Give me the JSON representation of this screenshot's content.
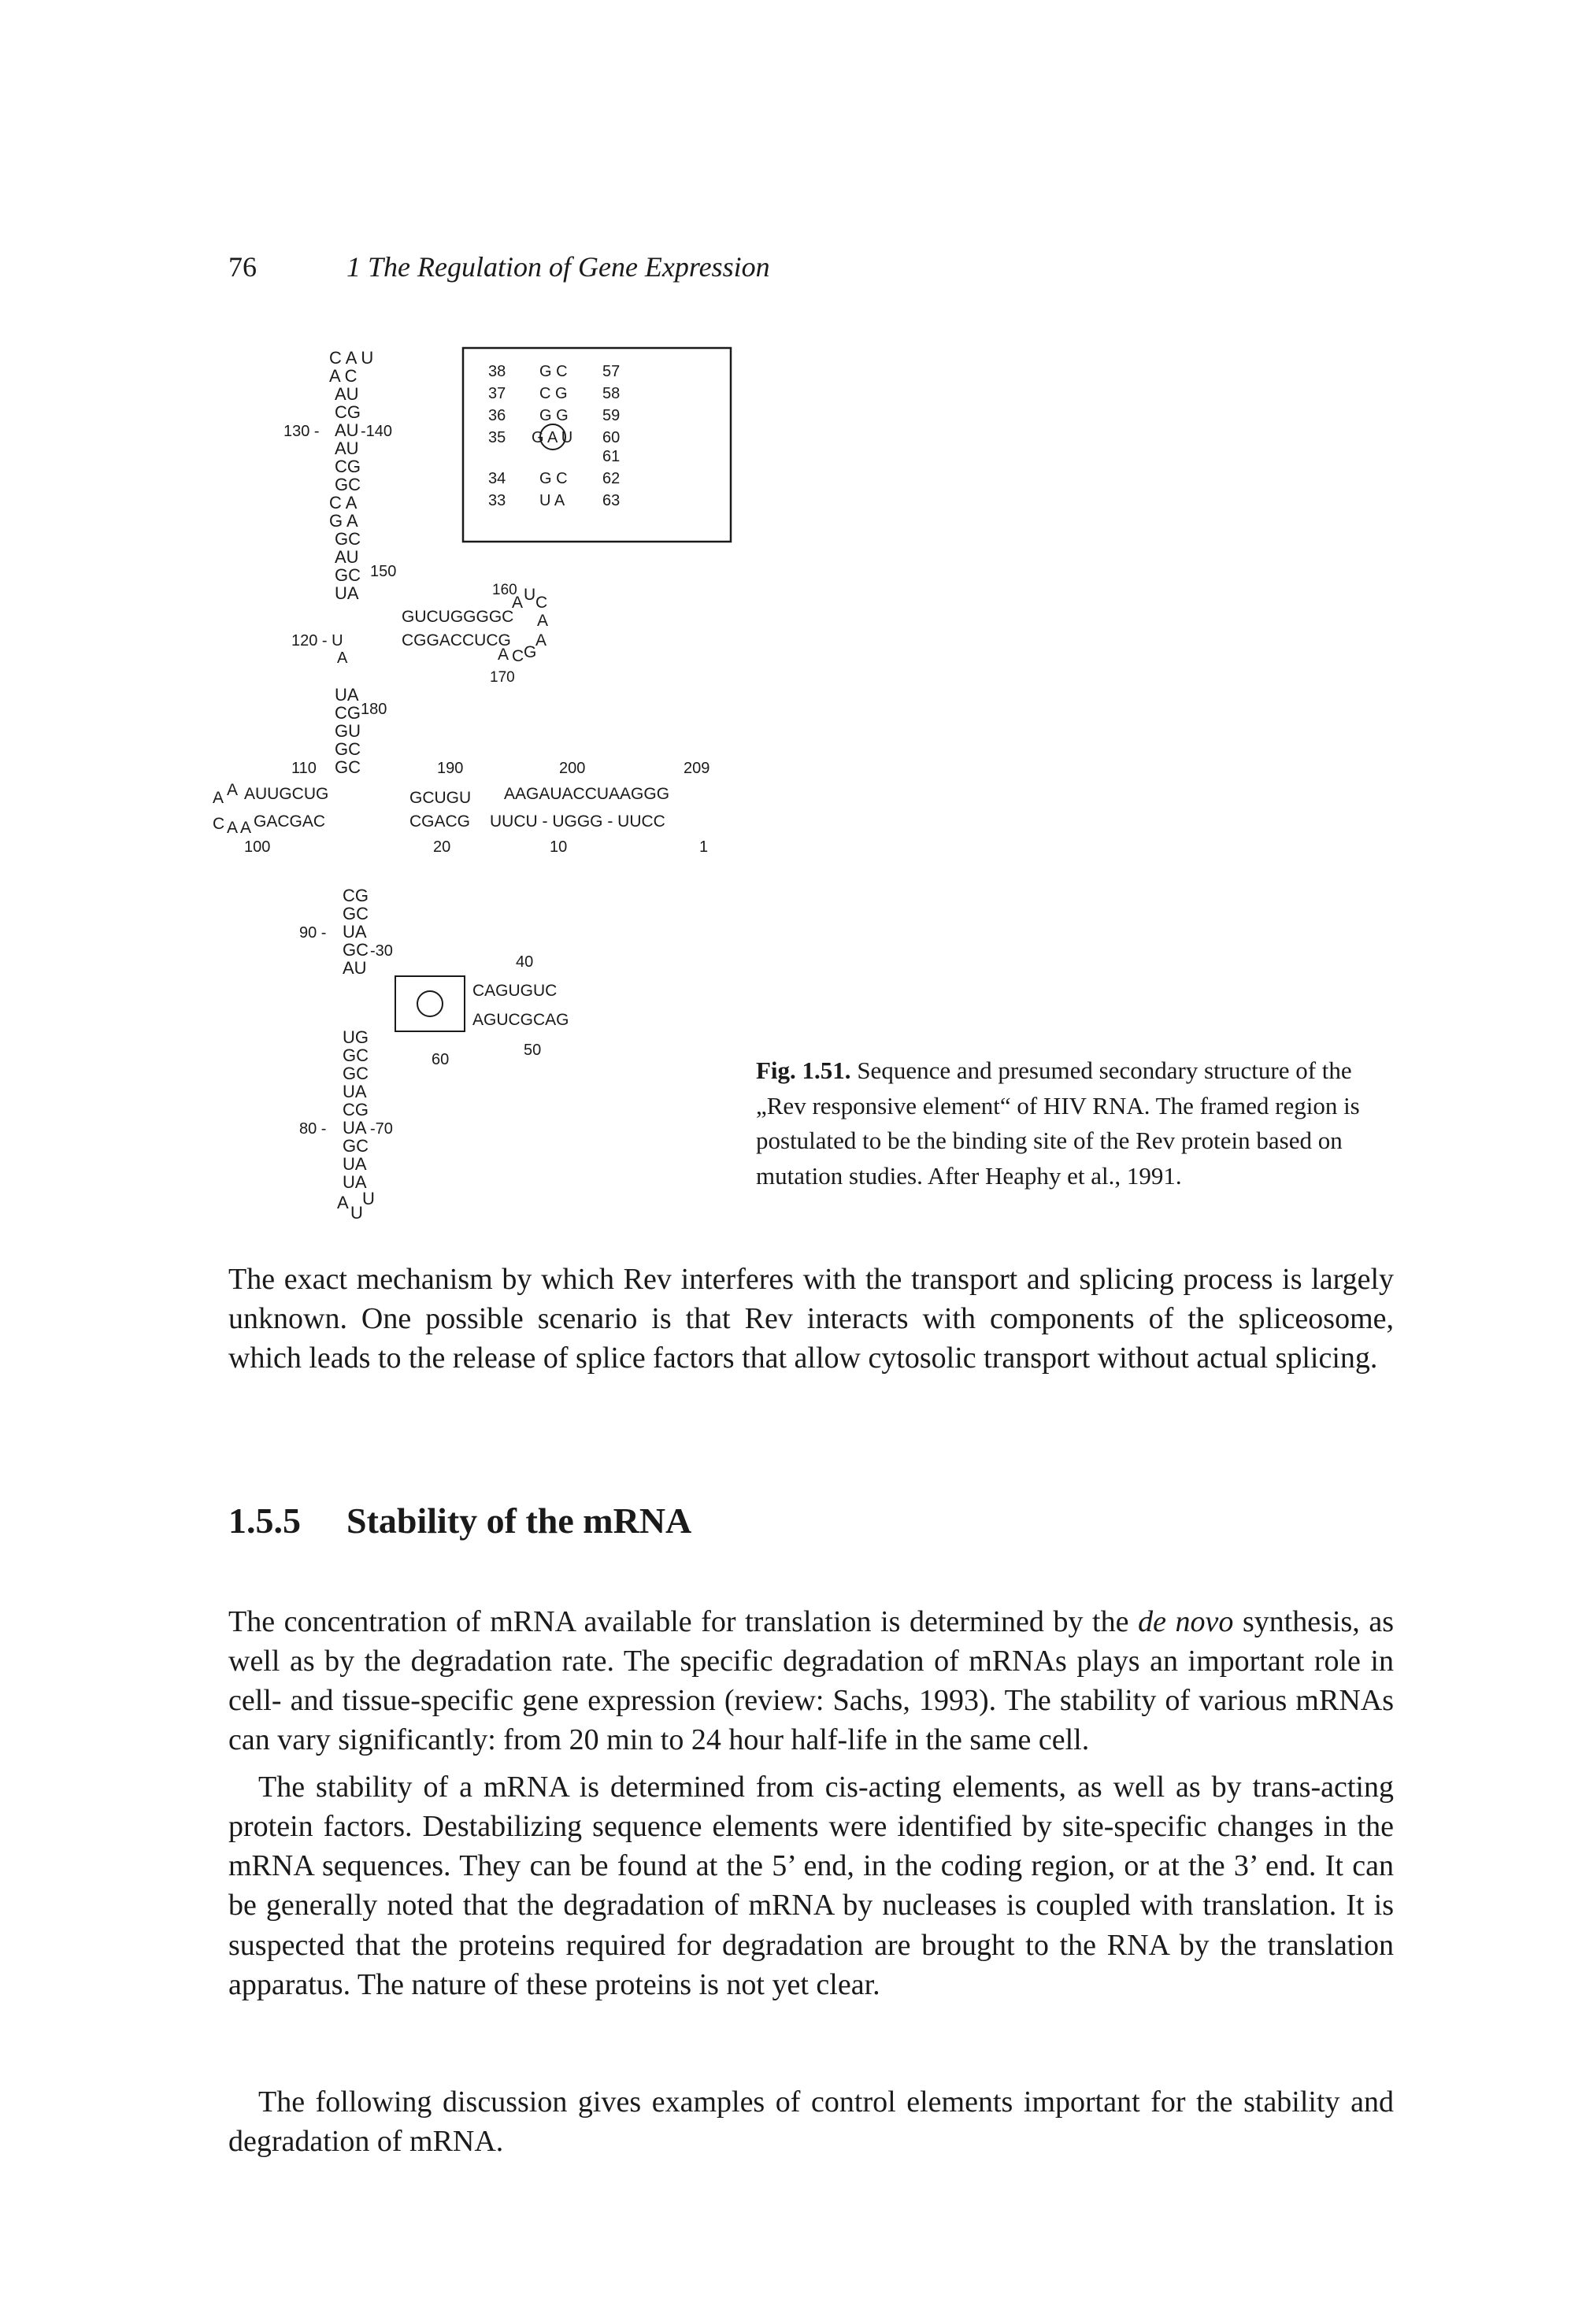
{
  "header": {
    "page_number": "76",
    "chapter_title": "1 The Regulation of Gene Expression"
  },
  "figure": {
    "label": "Fig. 1.51.",
    "caption": "Sequence and presumed secondary structure of the „Rev responsive element“ of HIV RNA. The framed region is postulated to be the binding site of the Rev protein based on mutation studies. After Heaphy et al., 1991.",
    "upper_stem": [
      "C A U",
      "A C",
      "AU",
      "CG",
      "AU",
      "AU",
      "CG",
      "GC",
      "C A",
      "G A",
      "GC",
      "AU",
      "GC",
      "UA"
    ],
    "upper_stem_labels": [
      "130 -",
      "-140",
      "150",
      "120 - U",
      "A"
    ],
    "right_arm_top": "GUCUGGGGC",
    "right_arm_bottom": "CGGACCUCG",
    "right_loop": [
      "160",
      "A",
      "U",
      "C",
      "A",
      "A",
      "G",
      "C",
      "A",
      "170"
    ],
    "mid_stem": [
      "UA",
      "CG",
      "GU",
      "GC",
      "GC"
    ],
    "mid_stem_labels": [
      "180",
      "110",
      "190",
      "200",
      "209"
    ],
    "left_loop_top": "AUUGCUG",
    "left_loop_bottom": "GACGAC",
    "left_loop_letters": [
      "A",
      "A",
      "C",
      "A",
      "A"
    ],
    "junction_top": "GCUGU",
    "junction_bottom": "CGACG",
    "long_arm_top": "AAGAUACCUAAGGG",
    "long_arm_bottom": "UUCU - UGGG - UUCC",
    "junction_labels": [
      "20",
      "10",
      "1",
      "100"
    ],
    "lower_stem": [
      "CG",
      "GC",
      "UA",
      "GC",
      "AU"
    ],
    "lower_stem_labels": [
      "90 -",
      "-30"
    ],
    "lower_bulge_top": "CAGUGUC",
    "lower_bulge_bottom": "AGUCGCAG",
    "lower_labels": [
      "40",
      "50",
      "60"
    ],
    "bottom_stem": [
      "UG",
      "GC",
      "GC",
      "UA",
      "CG",
      "UA",
      "GC",
      "UA",
      "UA"
    ],
    "bottom_stem_labels": [
      "80 -",
      "-70"
    ],
    "bottom_loop": [
      "A",
      "U",
      "U"
    ],
    "inset": {
      "rows": [
        {
          "left": "38",
          "pair": "G C",
          "right": "57"
        },
        {
          "left": "37",
          "pair": "C G",
          "right": "58"
        },
        {
          "left": "36",
          "pair": "G G",
          "right": "59"
        },
        {
          "left": "35",
          "pair": "G A U",
          "right": "60"
        },
        {
          "left": "",
          "pair": "",
          "right": "61"
        },
        {
          "left": "34",
          "pair": "G C",
          "right": "62"
        },
        {
          "left": "33",
          "pair": "U A",
          "right": "63"
        }
      ]
    }
  },
  "paragraph_1": "The exact mechanism by which Rev interferes with the transport and splicing process is largely unknown. One possible scenario is that Rev interacts with components of the spliceosome, which leads to the release of splice factors that allow cytosolic transport without actual splicing.",
  "section": {
    "number": "1.5.5",
    "title": "Stability of the mRNA"
  },
  "paragraph_2": {
    "before": "The concentration of mRNA available for translation is determined by the ",
    "italic": "de novo",
    "after": " synthesis, as well as by the degradation rate. The specific degradation of mRNAs plays an important role in cell- and tissue-specific gene expression (review: Sachs, 1993). The stability of various mRNAs can vary significantly: from 20 min to 24 hour half-life in the same cell."
  },
  "paragraph_3": "The stability of a mRNA is determined from cis-acting elements, as well as by trans-acting protein factors. Destabilizing sequence elements were identified by site-specific changes in the mRNA sequences. They can be found at the 5’ end, in the coding region, or at the 3’ end. It can be generally noted that the degradation of mRNA by nucleases is coupled with translation. It is suspected that the proteins required for degradation are brought to the RNA by the translation apparatus. The nature of these proteins is not yet clear.",
  "paragraph_4": "The following discussion gives examples of control elements important for the stability and degradation of mRNA."
}
